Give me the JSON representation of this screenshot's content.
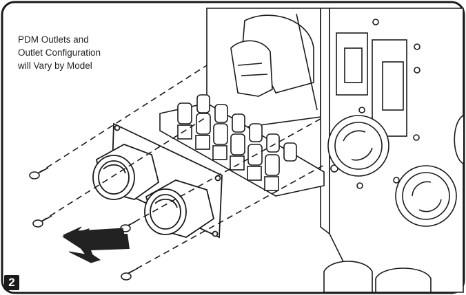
{
  "note": {
    "line1": "PDM Outlets and",
    "line2": "Outlet Configuration",
    "line3": "will Vary by Model"
  },
  "step_number": "2",
  "colors": {
    "line": "#1a1a1a",
    "fill": "#ffffff",
    "arrow": "#222222"
  }
}
